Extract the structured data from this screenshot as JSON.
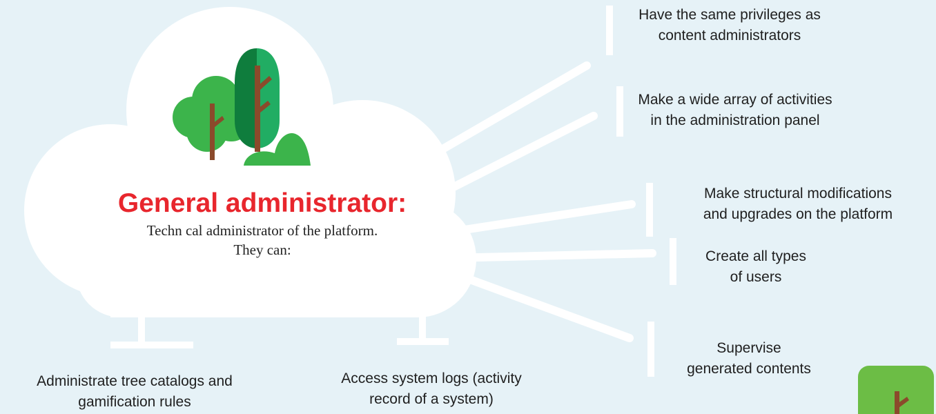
{
  "colors": {
    "background": "#e6f2f7",
    "cloud": "#ffffff",
    "title": "#e8262d",
    "leaf_dark": "#0f7d3d",
    "leaf_mid": "#21ad63",
    "leaf_light": "#3cb44b",
    "trunk": "#8b4a2b",
    "badge": "#6cbd45"
  },
  "title": "General administrator:",
  "subtitle": {
    "line1": "Techn cal administrator of the platform.",
    "line2": "They can:"
  },
  "items": {
    "privileges": {
      "line1": "Have the same privileges as",
      "line2": "content administrators"
    },
    "activities": {
      "line1": "Make a wide array of activities",
      "line2": "in the administration panel"
    },
    "structural": {
      "line1": "Make structural modifications",
      "line2": "and upgrades on the platform"
    },
    "users": {
      "line1": "Create all types",
      "line2": "of users"
    },
    "supervise": {
      "line1": "Supervise",
      "line2": "generated contents"
    },
    "catalogs": {
      "line1": "Administrate tree catalogs and",
      "line2": "gamification rules"
    },
    "logs": {
      "line1": "Access system logs (activity",
      "line2": "record of a system)"
    }
  },
  "icons": {
    "illustration": "trees-icon",
    "badge": "tree-badge-icon"
  }
}
